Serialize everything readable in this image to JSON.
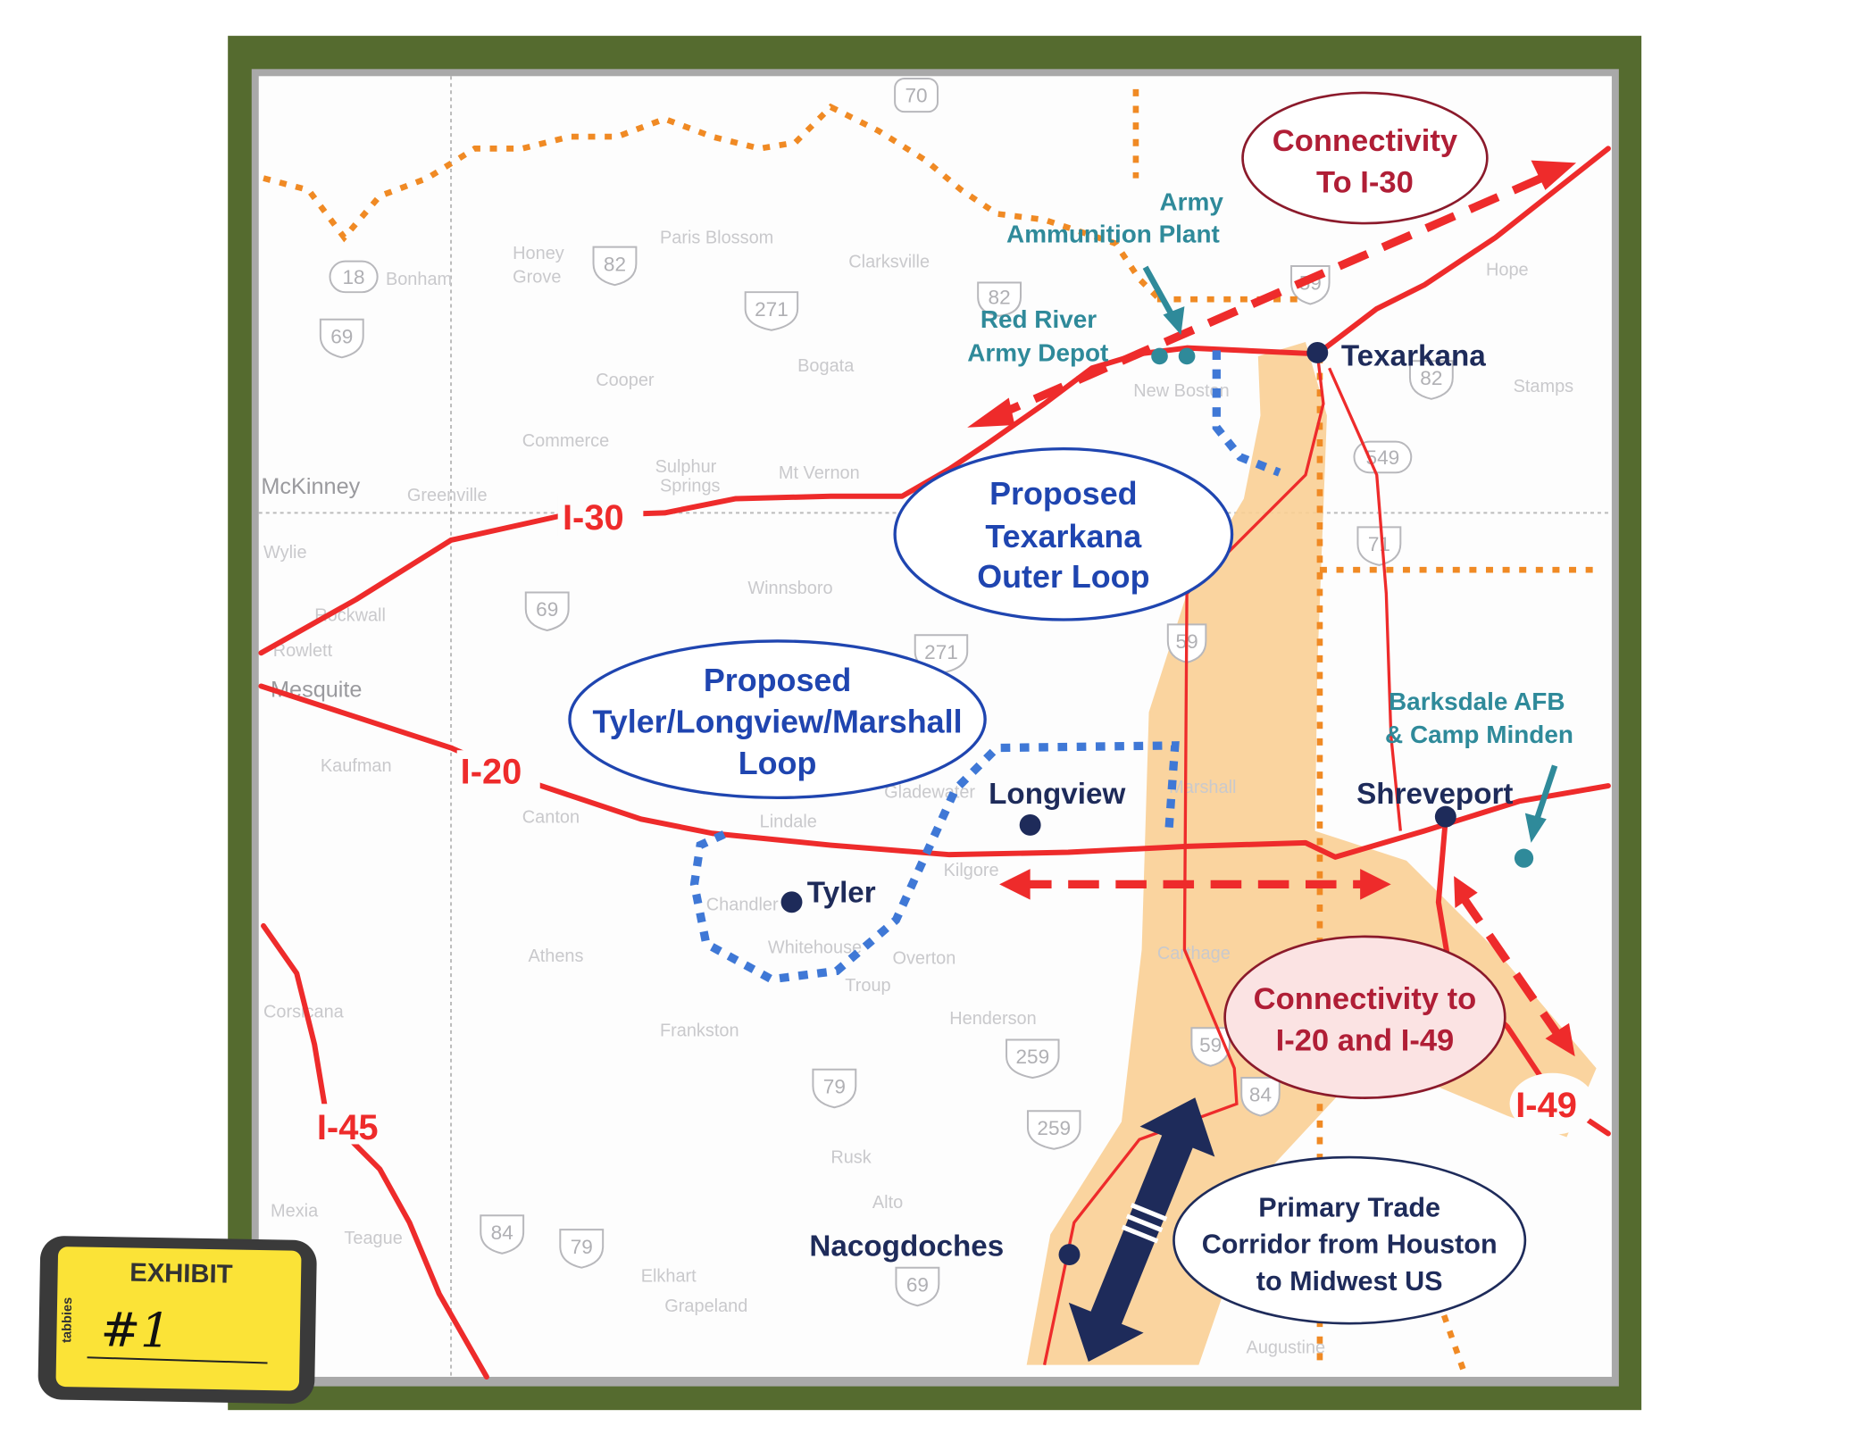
{
  "map": {
    "highways": {
      "i30": "I-30",
      "i20": "I-20",
      "i45": "I-45",
      "i49": "I-49"
    },
    "cities": {
      "texarkana": "Texarkana",
      "longview": "Longview",
      "tyler": "Tyler",
      "shreveport": "Shreveport",
      "nacogdoches": "Nacogdoches"
    },
    "facilities": {
      "ammo_line1": "Army",
      "ammo_line2": "Ammunition Plant",
      "depot_line1": "Red River",
      "depot_line2": "Army Depot",
      "barksdale_line1": "Barksdale AFB",
      "barksdale_line2": "& Camp Minden"
    },
    "callouts": {
      "i30_line1": "Connectivity",
      "i30_line2": "To I-30",
      "texloop_line1": "Proposed",
      "texloop_line2": "Texarkana",
      "texloop_line3": "Outer Loop",
      "tylerloop_line1": "Proposed",
      "tylerloop_line2": "Tyler/Longview/Marshall",
      "tylerloop_line3": "Loop",
      "i20_line1": "Connectivity to",
      "i20_line2": "I-20 and I-49",
      "corridor_line1": "Primary Trade",
      "corridor_line2": "Corridor from Houston",
      "corridor_line3": "to Midwest US"
    },
    "background_towns": [
      "Paris Blossom",
      "Clarksville",
      "Bogata",
      "Cooper",
      "Commerce",
      "Sulphur",
      "Springs",
      "Mt Vernon",
      "McKinney",
      "Greenville",
      "Wylie",
      "Rockwall",
      "Rowlett",
      "Mesquite",
      "Winnsboro",
      "Athens",
      "Frankston",
      "Henderson",
      "Rusk",
      "Alto",
      "Elkhart",
      "Grapeland",
      "Corsicana",
      "Mexia",
      "Teague",
      "Kilgore",
      "Overton",
      "Troup",
      "Whitehouse",
      "Gladewater",
      "Marshall",
      "Carthage",
      "Hope",
      "Stamps",
      "Honey",
      "Grove",
      "Bonham",
      "New Boston",
      "Kaufman",
      "Canton",
      "Chandler",
      "Augustine",
      "Lindale"
    ],
    "route_shields": [
      "70",
      "18",
      "69",
      "82",
      "271",
      "82",
      "59",
      "82",
      "549",
      "71",
      "69",
      "271",
      "59",
      "259",
      "259",
      "79",
      "84",
      "79",
      "69",
      "59",
      "84"
    ]
  },
  "exhibit": {
    "title": "EXHIBIT",
    "brand": "tabbies",
    "number": "#1"
  },
  "colors": {
    "frame": "#556b2f",
    "corridor": "#f9cf95",
    "highway": "#ee2b2b",
    "loop": "#3f78d6",
    "teal": "#2f8a9a",
    "navy": "#1e2b5a"
  }
}
